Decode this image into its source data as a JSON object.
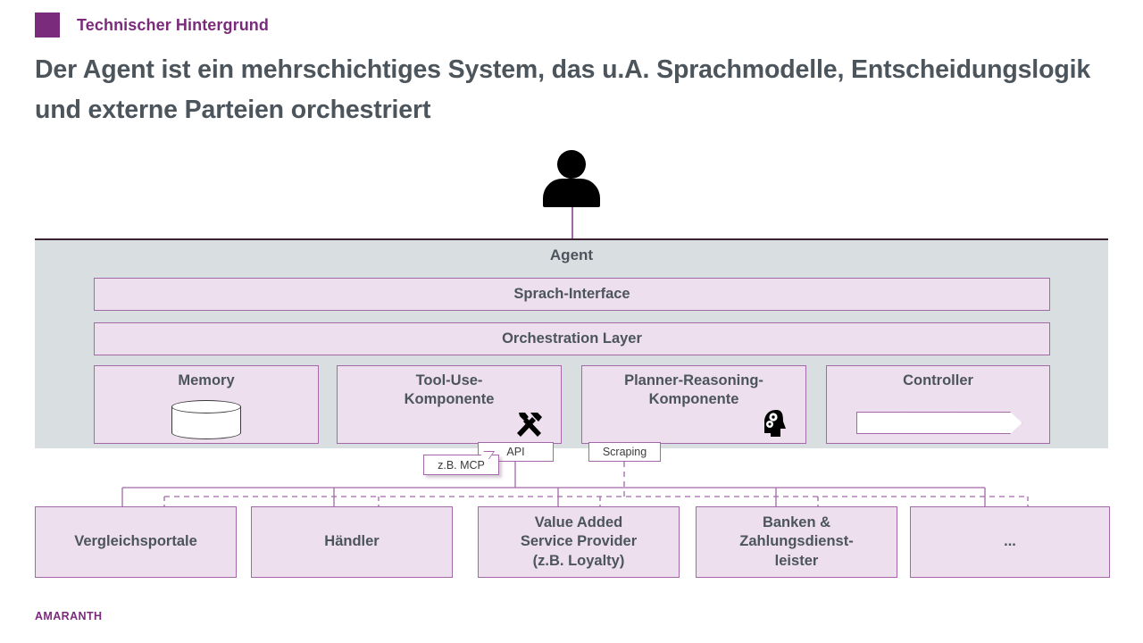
{
  "header": {
    "kicker": "Technischer Hintergrund",
    "kicker_icon": "purple-square",
    "headline": "Der Agent ist ein mehrschichtiges System, das u.A. Sprachmodelle, Entscheidungslogik und externe Parteien orchestriert"
  },
  "diagram": {
    "user_icon": "person-icon",
    "agent": {
      "title": "Agent",
      "layers": [
        {
          "label": "Sprach-Interface"
        },
        {
          "label": "Orchestration Layer"
        }
      ],
      "components": [
        {
          "label": "Memory",
          "icon": "database-cylinder-icon"
        },
        {
          "label": "Tool-Use-\nKomponente",
          "icon": "hammer-tools-icon"
        },
        {
          "label": "Planner-Reasoning-\nKomponente",
          "icon": "head-gears-icon"
        },
        {
          "label": "Controller",
          "icon": "process-chevrons-icon"
        }
      ]
    },
    "connectors": [
      {
        "label": "API",
        "style": "solid"
      },
      {
        "label": "Scraping",
        "style": "dashed"
      }
    ],
    "callout": {
      "label": "z.B. MCP"
    },
    "external_parties": [
      {
        "label": "Vergleichsportale"
      },
      {
        "label": "Händler"
      },
      {
        "label": "Value Added\nService Provider\n(z.B. Loyalty)"
      },
      {
        "label": "Banken &\nZahlungsdienst-\nleister"
      },
      {
        "label": "..."
      }
    ]
  },
  "footer": {
    "brand": "AMARANTH"
  },
  "colors": {
    "brand_purple": "#7B2B7B",
    "border_purple": "#A368A8",
    "pink_fill": "#EDDFEE",
    "container_gray": "#D9DEE1",
    "text_gray": "#4C545C"
  }
}
